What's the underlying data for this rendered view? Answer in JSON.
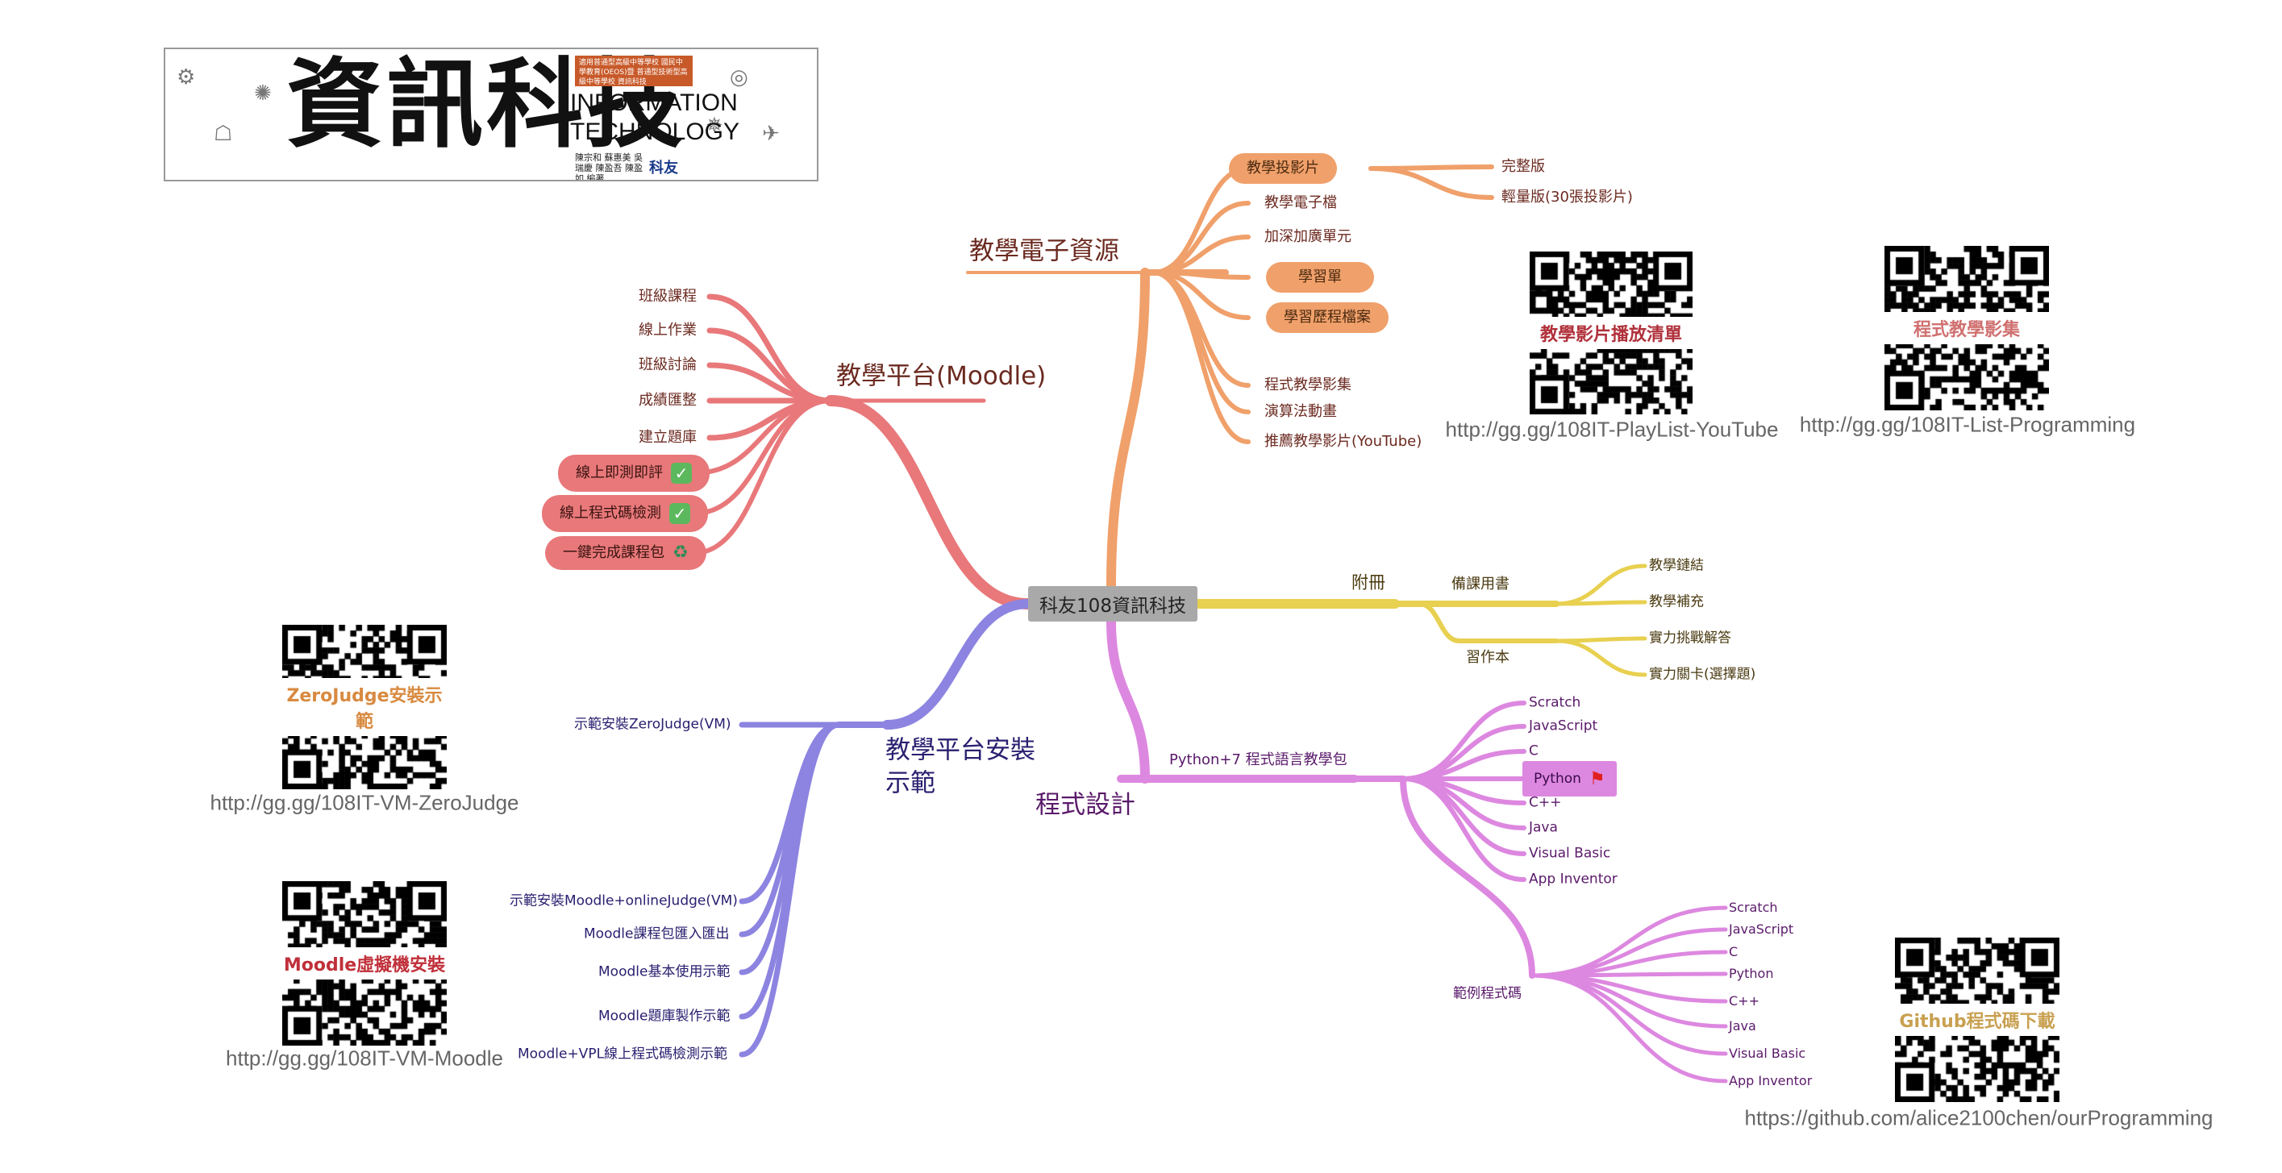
{
  "banner": {
    "title": "資訊科技",
    "en_line1": "INFORMATION",
    "en_line2": "TECHNOLOGY",
    "tag": "適用普通型高級中等學校 國民中學教育(OEOS)暨 普通型技術型高級中等學校 資訊科技",
    "authors": "陳宗和 蘇惠美 吳瑞慶 陳盈吾 陳盈如 編著",
    "publisher": "科友"
  },
  "center": {
    "label": "科友108資訊科技",
    "color": "#a9a9a9"
  },
  "branches": {
    "moodle": {
      "title": "教學平台(Moodle)",
      "color": "#e8787a",
      "items": [
        "班級課程",
        "線上作業",
        "班級討論",
        "成績匯整",
        "建立題庫",
        "線上即測即評",
        "線上程式碼檢測",
        "一鍵完成課程包"
      ]
    },
    "resources": {
      "title": "教學電子資源",
      "color": "#f0a06a",
      "items": [
        "教學投影片",
        "教學電子檔",
        "加深加廣單元",
        "學習單",
        "學習歷程檔案",
        "程式教學影集",
        "演算法動畫",
        "推薦教學影片(YouTube)"
      ],
      "sub_slides": [
        "完整版",
        "輕量版(30張投影片)"
      ]
    },
    "appendix": {
      "title": "附冊",
      "color": "#e8d050",
      "prep": "備課用書",
      "prep_items": [
        "教學鏈結",
        "教學補充"
      ],
      "workbook": "習作本",
      "workbook_items": [
        "實力挑戰解答",
        "實力關卡(選擇題)"
      ]
    },
    "programming": {
      "title": "程式設計",
      "color": "#dd88e0",
      "pack": "Python+7 程式語言教學包",
      "pack_items": [
        "Scratch",
        "JavaScript",
        "C",
        "Python",
        "C++",
        "Java",
        "Visual Basic",
        "App Inventor"
      ],
      "examples": "範例程式碼",
      "example_items": [
        "Scratch",
        "JavaScript",
        "C",
        "Python",
        "C++",
        "Java",
        "Visual Basic",
        "App Inventor"
      ]
    },
    "install": {
      "title_line1": "教學平台安裝",
      "title_line2": "示範",
      "color": "#8c84e0",
      "items": [
        "示範安裝ZeroJudge(VM)",
        "示範安裝Moodle+onlineJudge(VM)",
        "Moodle課程包匯入匯出",
        "Moodle基本使用示範",
        "Moodle題庫製作示範",
        "Moodle+VPL線上程式碼檢測示範"
      ]
    }
  },
  "qr": {
    "playlist": {
      "caption": "教學影片播放清單",
      "caption_color": "#b0303a",
      "url": "http://gg.gg/108IT-PlayList-YouTube"
    },
    "programming_list": {
      "caption": "程式教學影集",
      "caption_color": "#d07070",
      "url": "http://gg.gg/108IT-List-Programming"
    },
    "zerojudge": {
      "caption": "ZeroJudge安裝示範",
      "caption_color": "#d88a40",
      "url": "http://gg.gg/108IT-VM-ZeroJudge"
    },
    "moodle_vm": {
      "caption": "Moodle虛擬機安裝",
      "caption_color": "#c0303a",
      "url": "http://gg.gg/108IT-VM-Moodle"
    },
    "github": {
      "caption": "Github程式碼下載",
      "caption_color": "#c8a050",
      "url": "https://github.com/alice2100chen/ourProgramming"
    }
  }
}
